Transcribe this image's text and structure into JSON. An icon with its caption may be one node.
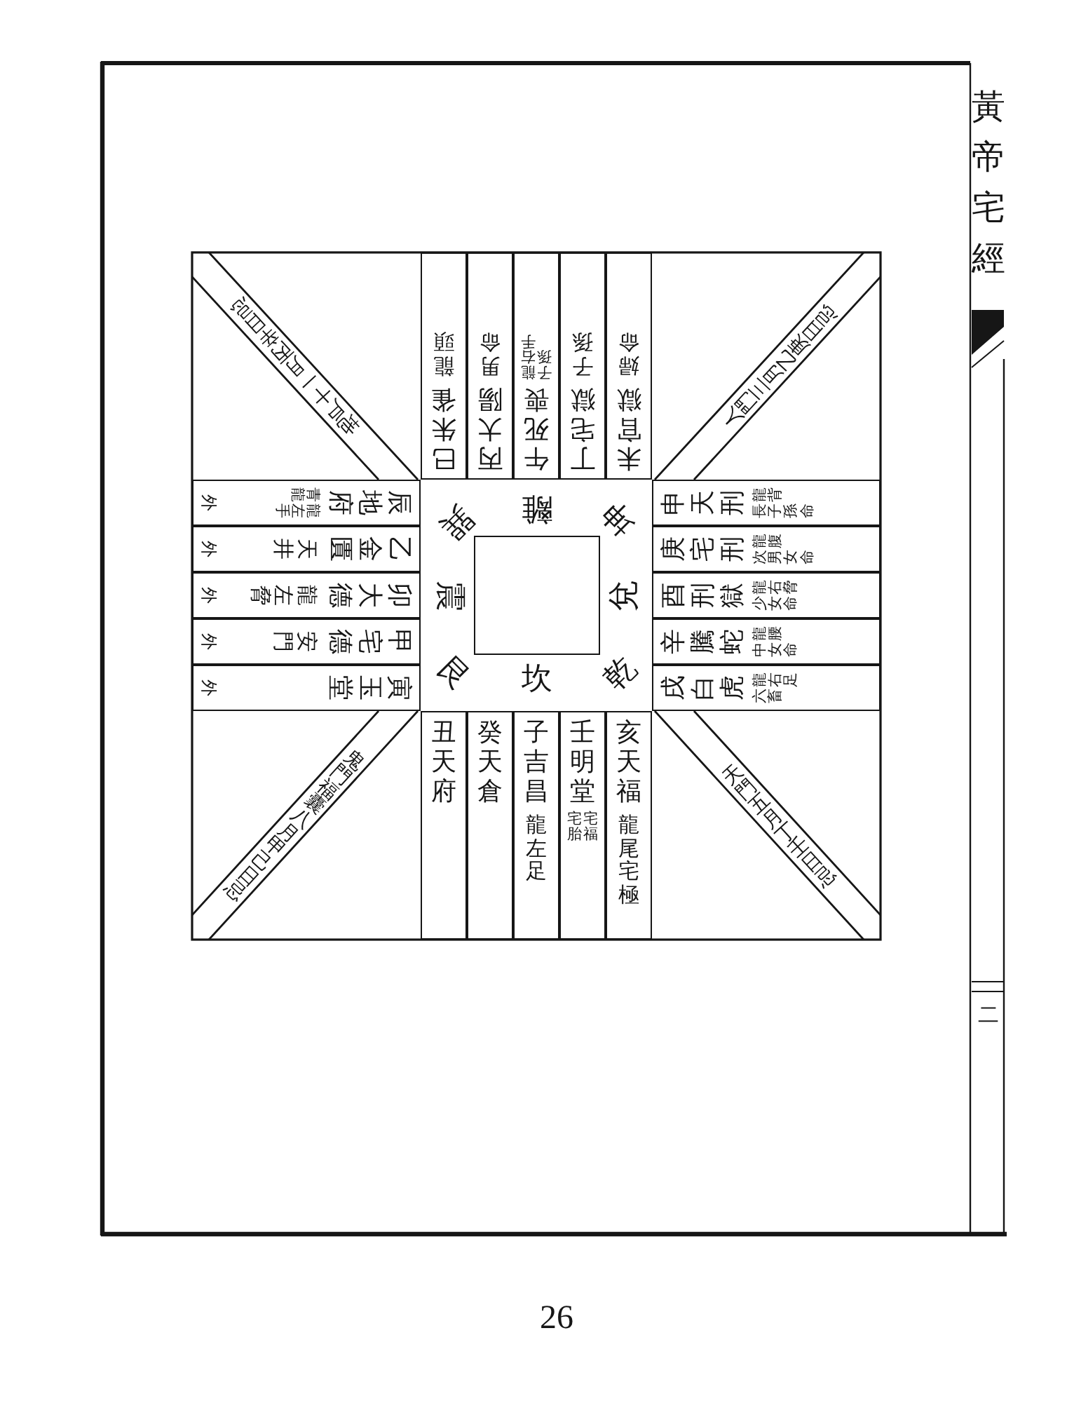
{
  "diagram": {
    "nodes": [
      {
        "text": [
          "地戶十一月丙辛日忌"
        ]
      },
      {
        "text": [
          "巳",
          "朱雀",
          "龍頭"
        ]
      },
      {
        "text": [
          "丙",
          "大陽",
          "男命"
        ]
      },
      {
        "text": [
          "午",
          "死喪",
          "龍右手",
          "子孫"
        ]
      },
      {
        "text": [
          "丁",
          "宅獄",
          "子孫"
        ]
      },
      {
        "text": [
          "未",
          "官獄",
          "婦命"
        ]
      },
      {
        "text": [
          "人門三月乙庚日忌"
        ]
      },
      {
        "text": [
          "辰",
          "地府",
          "龍左手",
          "青龍",
          "外"
        ]
      },
      {
        "text": [
          "乙",
          "金匱",
          "天井",
          "外"
        ]
      },
      {
        "text": [
          "卯",
          "大德",
          "龍左脅",
          "外"
        ]
      },
      {
        "text": [
          "甲",
          "宅德",
          "安門",
          "外"
        ]
      },
      {
        "text": [
          "寅",
          "玉堂",
          "外"
        ]
      },
      {
        "text": [
          "申",
          "天刑",
          "龍背",
          "長子孫命"
        ]
      },
      {
        "text": [
          "庚",
          "宅刑",
          "龍腹",
          "次男女命"
        ]
      },
      {
        "text": [
          "酉",
          "刑獄",
          "龍右脅",
          "少女命"
        ]
      },
      {
        "text": [
          "辛",
          "騰蛇",
          "龍腰",
          "中女命"
        ]
      },
      {
        "text": [
          "戌",
          "白虎",
          "龍右足",
          "六畜"
        ]
      },
      {
        "text": [
          "鬼門福囊八月甲己日忌"
        ]
      },
      {
        "text": [
          "丑",
          "天府"
        ]
      },
      {
        "text": [
          "癸",
          "天倉"
        ]
      },
      {
        "text": [
          "子",
          "吉昌",
          "龍左足"
        ]
      },
      {
        "text": [
          "壬",
          "明堂",
          "宅福",
          "宅胎"
        ]
      },
      {
        "text": [
          "亥",
          "天福",
          "龍尾宅極"
        ]
      },
      {
        "text": [
          "天門五月丁壬日忌"
        ]
      },
      {
        "text": [],
        "shape": "box"
      }
    ],
    "labels": [
      "黃帝宅經",
      "巽",
      "離",
      "坤",
      "震",
      "兌",
      "艮",
      "坎",
      "乾",
      "二",
      "26"
    ]
  }
}
